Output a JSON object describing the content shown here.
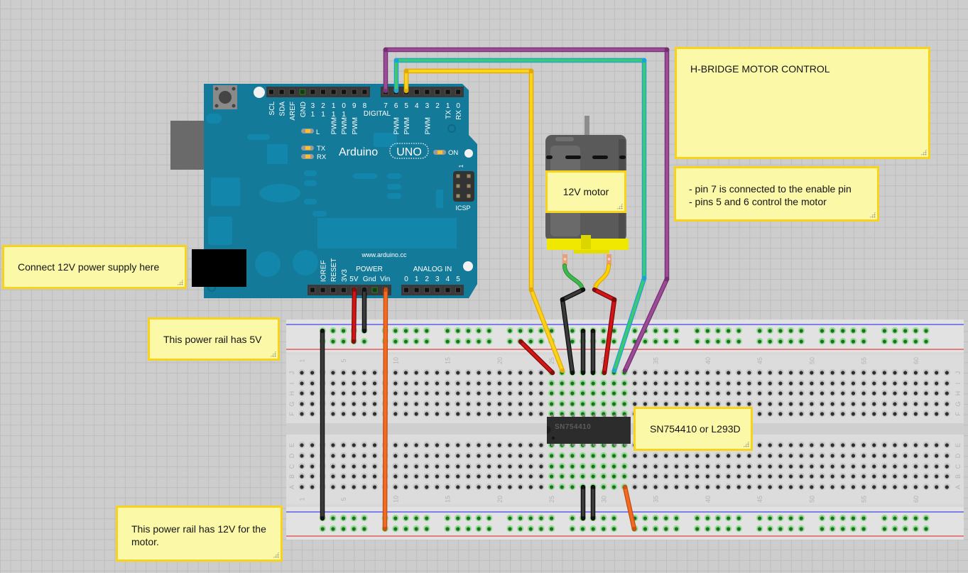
{
  "notes": {
    "title": "H-BRIDGE MOTOR CONTROL",
    "pin_notes": [
      "- pin 7 is connected to the enable pin",
      "- pins 5 and 6 control the motor"
    ],
    "motor": "12V motor",
    "power_supply": "Connect 12V power supply here",
    "rail_5v": "This power rail has 5V",
    "rail_12v": [
      "This power rail has 12V for the",
      "motor."
    ],
    "chip": "SN754410 or L293D"
  },
  "arduino": {
    "brand": "Arduino",
    "model": "UNO",
    "website": "www.arduino.cc",
    "labels": {
      "digital": "DIGITAL",
      "power": "POWER",
      "analog_in": "ANALOG IN",
      "icsp": "ICSP",
      "icsp_pin1": "1"
    },
    "leds": [
      {
        "id": "l",
        "label": "L"
      },
      {
        "id": "tx",
        "label": "TX"
      },
      {
        "id": "rx",
        "label": "RX"
      },
      {
        "id": "on",
        "label": "ON"
      }
    ],
    "header_digital_high": [
      {
        "label": "SCL"
      },
      {
        "label": "SDA"
      },
      {
        "label": "AREF"
      },
      {
        "label": "GND"
      },
      {
        "label": "13"
      },
      {
        "label": "12"
      },
      {
        "label": "11",
        "sub": "PWM"
      },
      {
        "label": "10",
        "sub": "PWM"
      },
      {
        "label": "9",
        "sub": "PWM"
      },
      {
        "label": "8"
      }
    ],
    "header_digital_low": [
      {
        "label": "7"
      },
      {
        "label": "6",
        "sub": "PWM"
      },
      {
        "label": "5",
        "sub": "PWM"
      },
      {
        "label": "4"
      },
      {
        "label": "3",
        "sub": "PWM"
      },
      {
        "label": "2"
      },
      {
        "label": "1",
        "sub": "TX"
      },
      {
        "label": "0",
        "sub": "RX"
      }
    ],
    "header_power": [
      {
        "label": ""
      },
      {
        "label": "IOREF"
      },
      {
        "label": "RESET"
      },
      {
        "label": "3V3"
      },
      {
        "label": "5V"
      },
      {
        "label": "Gnd"
      },
      {
        "label": ""
      },
      {
        "label": "Vin"
      }
    ],
    "header_analog": [
      "0",
      "1",
      "2",
      "3",
      "4",
      "5"
    ]
  },
  "chip": {
    "marking": "SN754410"
  },
  "breadboard": {
    "rows_top": [
      "J",
      "I",
      "H",
      "G",
      "F"
    ],
    "rows_bottom": [
      "E",
      "D",
      "C",
      "B",
      "A"
    ],
    "column_count": 63,
    "column_labels": [
      "1",
      "5",
      "10",
      "15",
      "20",
      "25",
      "30",
      "35",
      "40",
      "45",
      "50",
      "55",
      "60"
    ],
    "active_columns": [
      25,
      32
    ]
  },
  "wires": [
    {
      "id": "pin7-enable",
      "color": "#9b4b98",
      "outline": "#74306f"
    },
    {
      "id": "pin6-input",
      "color": "#3ec96e",
      "outline": "#1ba3d8"
    },
    {
      "id": "pin5-input",
      "color": "#ffd21a",
      "outline": "#e2a900"
    },
    {
      "id": "5v-to-rail",
      "color": "#d41515",
      "outline": "#7e0a0a"
    },
    {
      "id": "gnd-to-rail",
      "color": "#3a3a3a",
      "outline": "#0d0d0d"
    },
    {
      "id": "vin-to-rail",
      "color": "#f36b22",
      "outline": "#c24d12"
    },
    {
      "id": "gnd-rail-bridge",
      "color": "#3a3a3a",
      "outline": "#0d0d0d"
    },
    {
      "id": "5v-to-chip",
      "color": "#d41515",
      "outline": "#7e0a0a"
    },
    {
      "id": "motor-lead-black",
      "color": "#3a3a3a",
      "outline": "#0d0d0d"
    },
    {
      "id": "motor-lead-red",
      "color": "#d41515",
      "outline": "#7e0a0a"
    },
    {
      "id": "chip-gnd-top-1",
      "color": "#3a3a3a",
      "outline": "#0d0d0d"
    },
    {
      "id": "chip-gnd-top-2",
      "color": "#3a3a3a",
      "outline": "#0d0d0d"
    },
    {
      "id": "chip-gnd-bottom-1",
      "color": "#3a3a3a",
      "outline": "#0d0d0d"
    },
    {
      "id": "chip-gnd-bottom-2",
      "color": "#3a3a3a",
      "outline": "#0d0d0d"
    },
    {
      "id": "12v-to-chip",
      "color": "#f36b22",
      "outline": "#c24d12"
    }
  ],
  "colors": {
    "board": "#137a99",
    "board_detail": "#1387ab",
    "rail_negative": "#1c1cf0",
    "rail_positive": "#e31b1b",
    "hole_active": "#8fdc8f",
    "led": "#ffbe2a",
    "motor_band": "#f0e800",
    "motor_lead_left": "#3cb94a",
    "motor_lead_right": "#ffd000"
  }
}
